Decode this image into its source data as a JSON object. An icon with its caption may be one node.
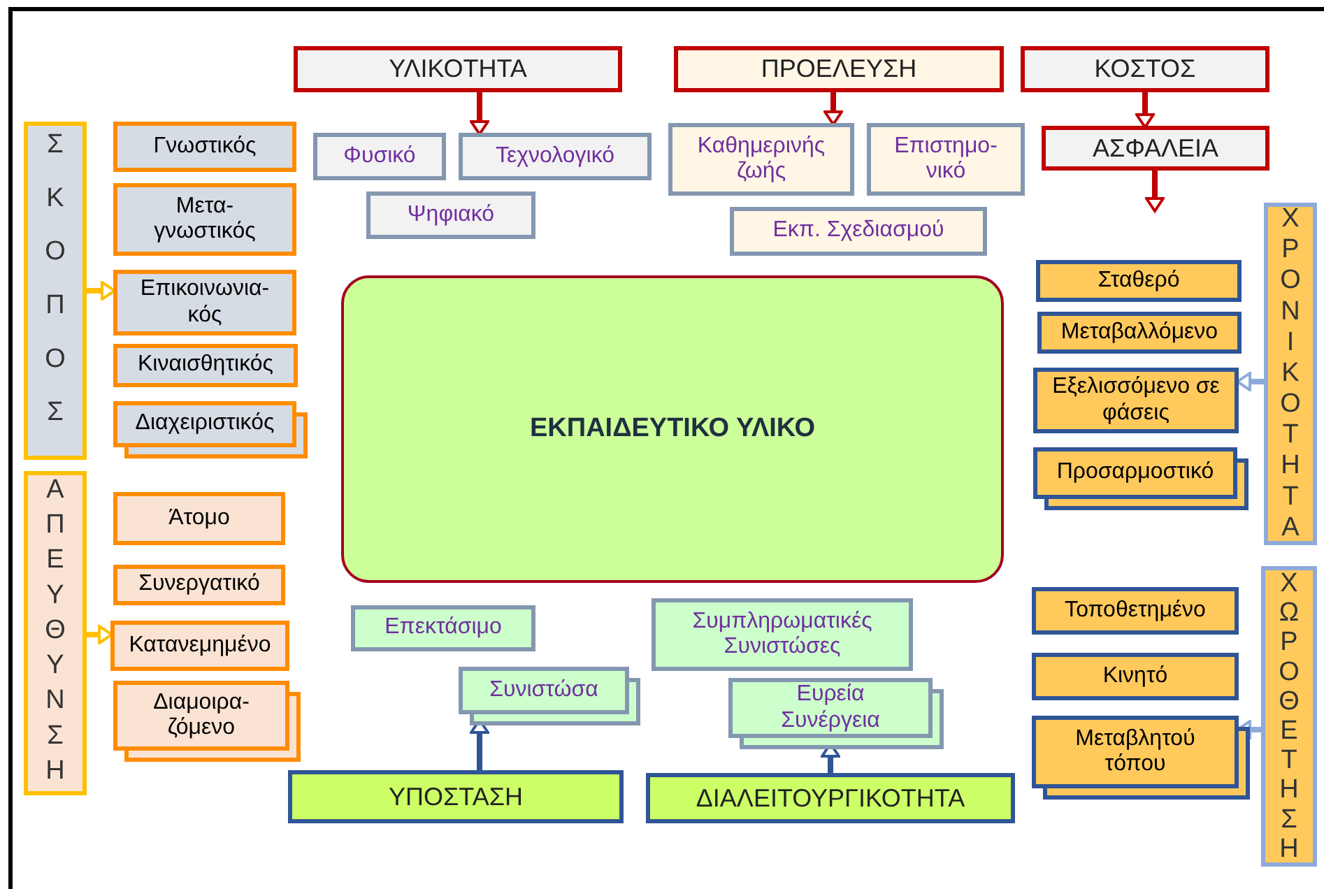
{
  "diagram": {
    "nodes": [
      {
        "text": [
          "ΥΛΙΚΟΤΗΤΑ"
        ]
      },
      {
        "text": [
          "ΠΡΟΕΛΕΥΣΗ"
        ]
      },
      {
        "text": [
          "ΚΟΣΤΟΣ"
        ]
      },
      {
        "text": [
          "ΣΚΟΠΟΣ"
        ]
      },
      {
        "text": [
          "Γνωστικός"
        ]
      },
      {
        "text": [
          "Φυσικό"
        ]
      },
      {
        "text": [
          "Τεχνολογικό"
        ]
      },
      {
        "text": [
          "Καθημερινής ζωής"
        ]
      },
      {
        "text": [
          "Επιστημο- νικό"
        ]
      },
      {
        "text": [
          "ΑΣΦΑΛΕΙΑ"
        ]
      },
      {
        "text": [
          "Μετα- γνωστικός"
        ]
      },
      {
        "text": [
          "Ψηφιακό"
        ]
      },
      {
        "text": [
          "Εκπ. Σχεδιασμού"
        ]
      },
      {
        "text": [
          "ΧΡΟΝΙΚΟΤΗΤΑ"
        ]
      },
      {
        "text": [
          "Σταθερό"
        ]
      },
      {
        "text": [
          "Επικοινωνια- κός"
        ]
      },
      {
        "text": [
          "Μεταβαλλόμενο"
        ]
      },
      {
        "text": [
          "Κιναισθητικός"
        ]
      },
      {
        "text": [
          "ΕΚΠΑΙΔΕΥΤΙΚΟ ΥΛΙΚΟ"
        ]
      },
      {
        "text": [
          "Εξελισσόμενο σε φάσεις"
        ]
      },
      {
        "text": [
          "Διαχειριστικός"
        ]
      },
      {
        "text": [
          "Προσαρμοστικό"
        ]
      },
      {
        "text": [
          "ΑΠΕΥΘΥΝΣΗ"
        ]
      },
      {
        "text": [
          "Άτομο"
        ]
      },
      {
        "text": [
          "Συνεργατικό"
        ]
      },
      {
        "text": [
          "Κατανεμημένο"
        ]
      },
      {
        "text": [
          "Διαμοιρα- ζόμενο"
        ]
      },
      {
        "text": [
          "Επεκτάσιμο"
        ]
      },
      {
        "text": [
          "Συμπληρωματικές Συνιστώσες"
        ]
      },
      {
        "text": [
          "Συνιστώσα"
        ]
      },
      {
        "text": [
          "Ευρεία Συνέργεια"
        ]
      },
      {
        "text": [
          "ΧΩΡΟΘΕΤΗΣΗ"
        ]
      },
      {
        "text": [
          "Τοποθετημένο"
        ]
      },
      {
        "text": [
          "Κινητό"
        ]
      },
      {
        "text": [
          "Μεταβλητού τόπου"
        ]
      },
      {
        "text": [
          "ΥΠΟΣΤΑΣΗ"
        ]
      },
      {
        "text": [
          "ΔΙΑΛΕΙΤΟΥΡΓΙΚΟΤΗΤΑ"
        ]
      }
    ],
    "edges": [
      {
        "from": 0,
        "to": 6,
        "arrow": "to"
      },
      {
        "from": 1,
        "to": 7,
        "arrow": "to"
      },
      {
        "from": 2,
        "to": 9,
        "arrow": "to"
      },
      {
        "from": 9,
        "to": null,
        "arrow": "to"
      },
      {
        "from": 3,
        "to": 15,
        "arrow": "to",
        "color": "#ffc000"
      },
      {
        "from": 22,
        "to": 25,
        "arrow": "to",
        "color": "#ffc000"
      },
      {
        "from": 13,
        "to": 19,
        "arrow": "to",
        "color": "#8eaadb"
      },
      {
        "from": 31,
        "to": 34,
        "arrow": "to",
        "color": "#8eaadb"
      },
      {
        "from": 35,
        "to": 29,
        "arrow": "to",
        "color": "#2f5597"
      },
      {
        "from": 36,
        "to": 30,
        "arrow": "to",
        "color": "#2f5597"
      }
    ]
  }
}
